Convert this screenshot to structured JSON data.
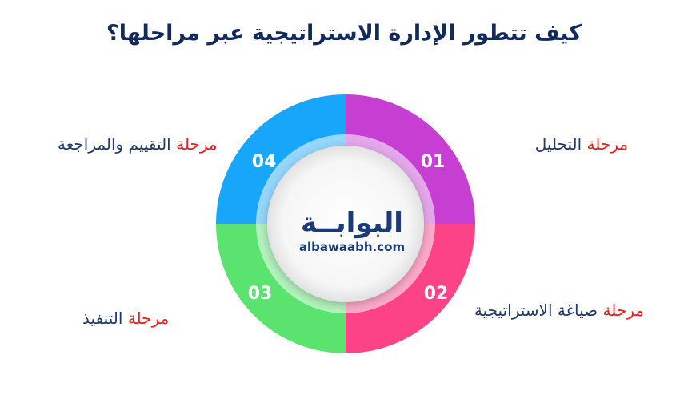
{
  "title": "كيف تتطور الإدارة الاستراتيجية عبر مراحلها؟",
  "stages": [
    {
      "number": "01",
      "prefix": "مرحلة",
      "name": "التحليل",
      "color": "#c63ed2"
    },
    {
      "number": "02",
      "prefix": "مرحلة",
      "name": "صياغة الاستراتيجية",
      "color": "#fd4387"
    },
    {
      "number": "03",
      "prefix": "مرحلة",
      "name": "التنفيذ",
      "color": "#5ae46f"
    },
    {
      "number": "04",
      "prefix": "مرحلة",
      "name": "التقييم والمراجعة",
      "color": "#18a6fa"
    }
  ],
  "logo": {
    "arabic": "البوابــة",
    "latin": "albawaabh.com",
    "color": "#1b3a78"
  },
  "colors": {
    "title": "#122a5c",
    "prefix": "#e8201e",
    "name": "#1f3a6b"
  }
}
